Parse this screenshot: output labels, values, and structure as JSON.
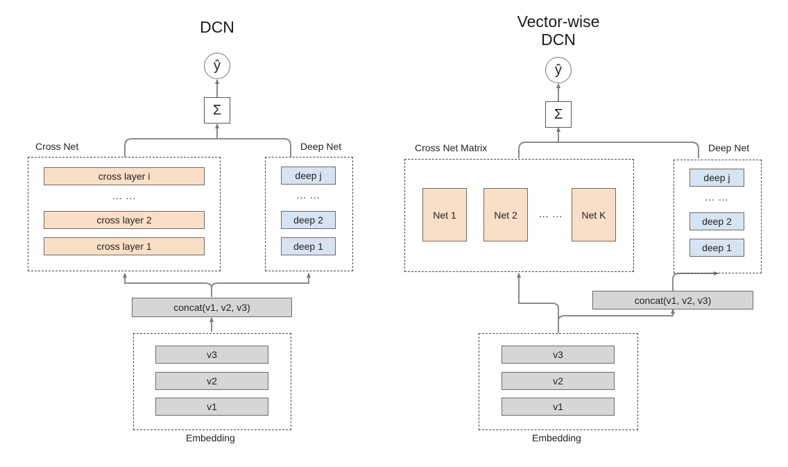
{
  "left": {
    "title": "DCN",
    "output": "ŷ",
    "sum": "Σ",
    "cross_label": "Cross Net",
    "deep_label": "Deep Net",
    "cross_layers": [
      "cross layer i",
      "... ...",
      "cross layer 2",
      "cross layer 1"
    ],
    "deep_layers": [
      "deep j",
      "... ...",
      "deep 2",
      "deep 1"
    ],
    "concat": "concat(v1, v2, v3)",
    "embeddings": [
      "v3",
      "v2",
      "v1"
    ],
    "embedding_label": "Embedding"
  },
  "right": {
    "title_line1": "Vector-wise",
    "title_line2": "DCN",
    "output": "ŷ",
    "sum": "Σ",
    "cross_label": "Cross Net Matrix",
    "deep_label": "Deep Net",
    "nets": [
      "Net 1",
      "Net 2",
      "... ...",
      "Net K"
    ],
    "deep_layers": [
      "deep j",
      "... ...",
      "deep 2",
      "deep 1"
    ],
    "concat": "concat(v1, v2, v3)",
    "embeddings": [
      "v3",
      "v2",
      "v1"
    ],
    "embedding_label": "Embedding"
  }
}
